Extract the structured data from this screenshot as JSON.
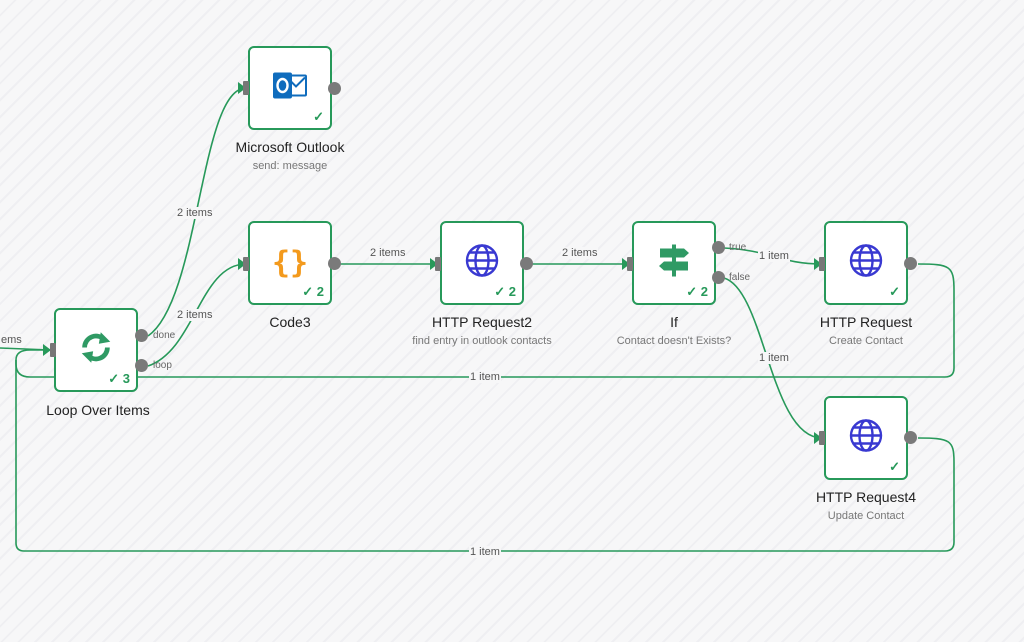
{
  "nodes": {
    "loop": {
      "title": "Loop Over Items",
      "count": "3"
    },
    "outlook": {
      "title": "Microsoft Outlook",
      "subtitle": "send: message"
    },
    "code3": {
      "title": "Code3",
      "count": "2"
    },
    "http2": {
      "title": "HTTP Request2",
      "subtitle": "find entry in outlook contacts",
      "count": "2"
    },
    "if": {
      "title": "If",
      "subtitle": "Contact doesn't Exists?",
      "count": "2",
      "true_label": "true",
      "false_label": "false"
    },
    "http": {
      "title": "HTTP Request",
      "subtitle": "Create Contact"
    },
    "http4": {
      "title": "HTTP Request4",
      "subtitle": "Update Contact"
    }
  },
  "loop_ports": {
    "done": "done",
    "loop": "loop"
  },
  "edges": {
    "incoming": "ems",
    "done_to_outlook": "2 items",
    "loop_to_code3": "2 items",
    "code3_to_http2": "2 items",
    "http2_to_if": "2 items",
    "true_to_http": "1 item",
    "false_to_http4": "1 item",
    "http_back_to_loop": "1 item",
    "http4_back_to_loop": "1 item"
  },
  "colors": {
    "accent": "#27995a",
    "http_icon": "#3939d1",
    "code_icon": "#f39a1d",
    "outlook_icon": "#0f6cbd",
    "if_icon": "#2f9a64"
  }
}
